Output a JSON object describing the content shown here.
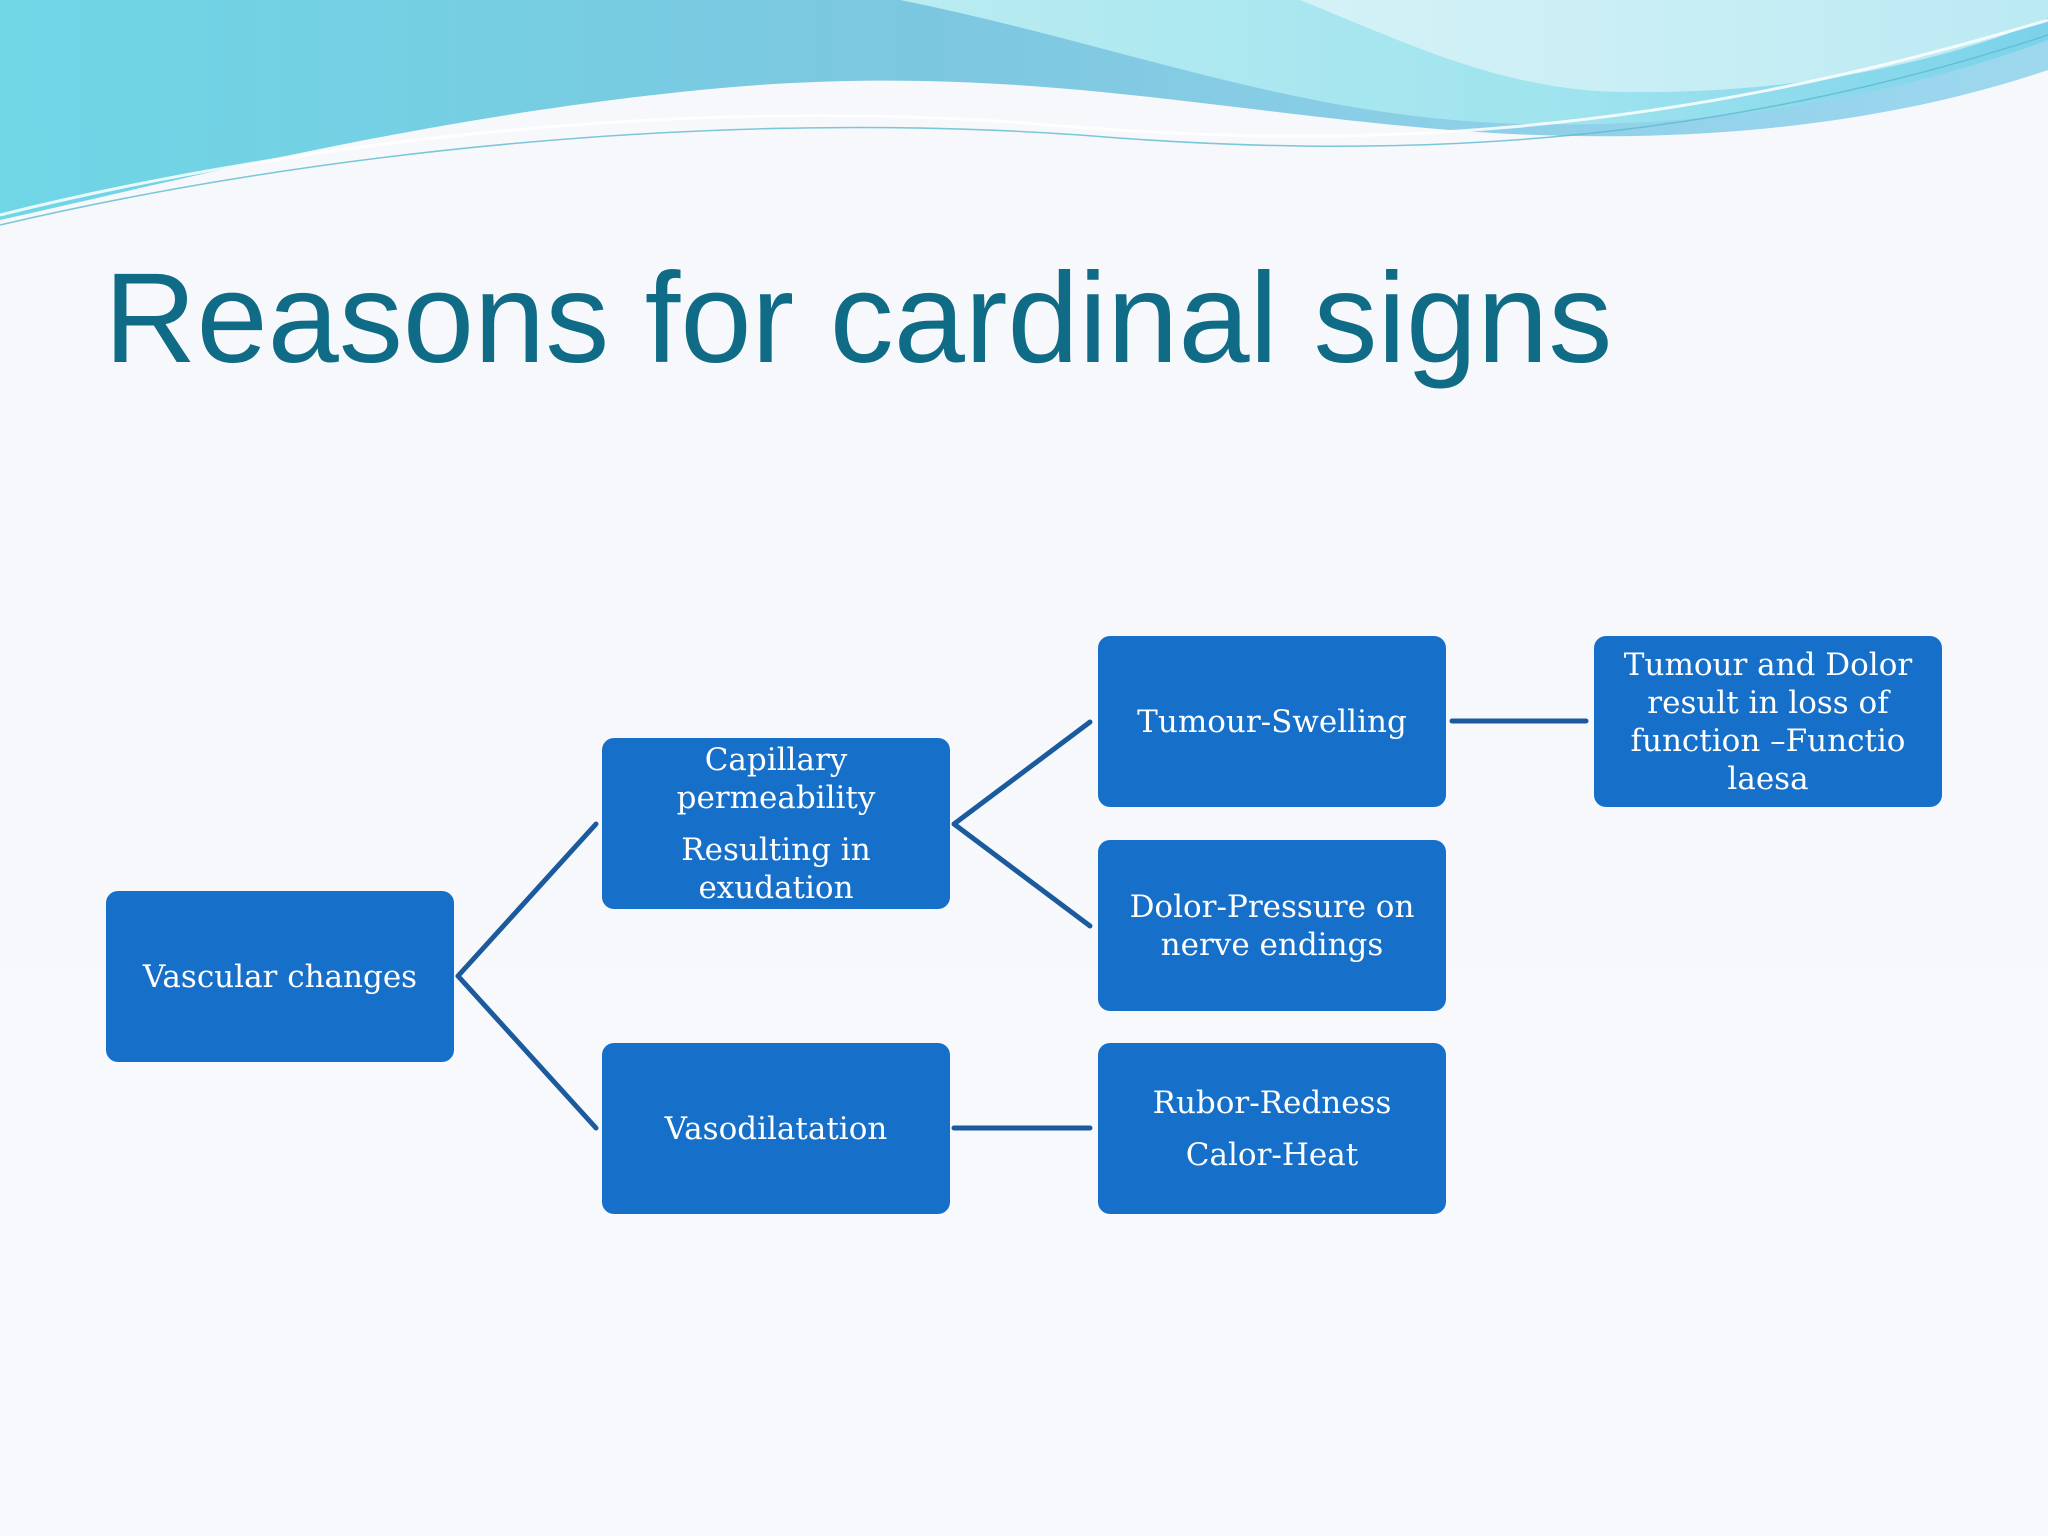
{
  "slide": {
    "title": "Reasons for cardinal signs"
  },
  "nodes": {
    "vascular_changes": "Vascular changes",
    "capillary_permeability": {
      "line1": "Capillary permeability",
      "line2": "Resulting in exudation"
    },
    "vasodilatation": "Vasodilatation",
    "tumour_swelling": "Tumour-Swelling",
    "dolor": {
      "line1": "Dolor-Pressure on",
      "line2": "nerve endings"
    },
    "rubor_calor": {
      "line1": "Rubor-Redness",
      "line2": "Calor-Heat"
    },
    "functio_laesa": {
      "line1": "Tumour and Dolor",
      "line2": "result in loss of",
      "line3": "function –Functio",
      "line4": "laesa"
    }
  },
  "colors": {
    "title": "#0f6b86",
    "node_fill": "#166fc8",
    "node_text": "#ffffff",
    "connector": "#1b5a9d"
  }
}
